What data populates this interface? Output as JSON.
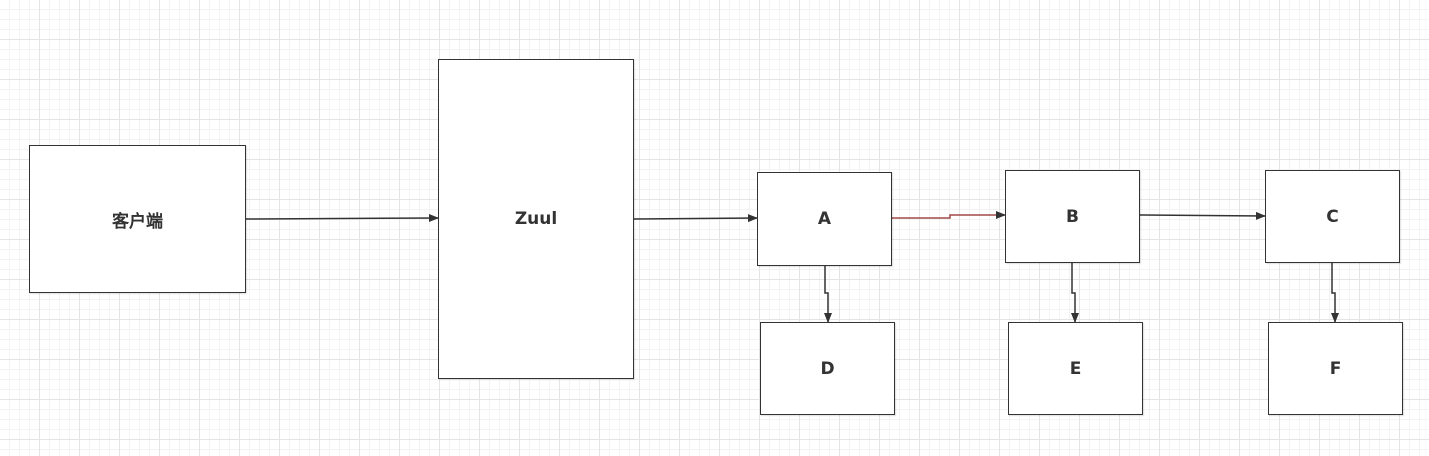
{
  "nodes": {
    "client": "客户端",
    "zuul": "Zuul",
    "a": "A",
    "b": "B",
    "c": "C",
    "d": "D",
    "e": "E",
    "f": "F"
  },
  "colors": {
    "stroke": "#333333",
    "highlighted_edge": "#a04848",
    "grid_major": "#e4e4e4",
    "grid_minor": "#f3f3f3"
  }
}
